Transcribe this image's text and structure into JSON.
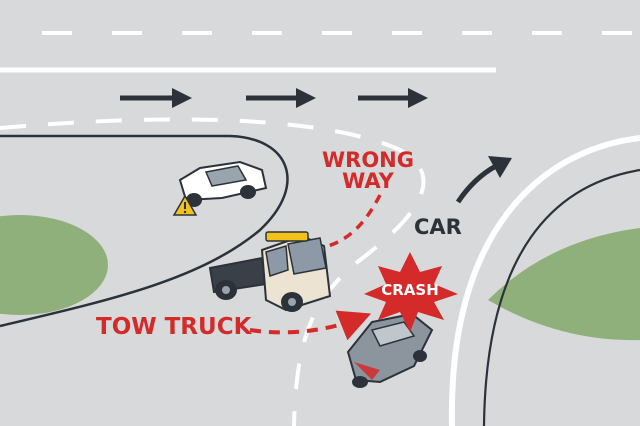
{
  "labels": {
    "wrong_way_line1": "WRONG",
    "wrong_way_line2": "WAY",
    "tow_truck": "TOW TRUCK",
    "car": "CAR",
    "crash": "CRASH"
  },
  "colors": {
    "asphalt": "#d7d9da",
    "grass": "#8fb07a",
    "lane_marking": "#ffffff",
    "arrow": "#2b323a",
    "warning_red": "#d42a2a",
    "label_dark": "#2b323a",
    "warning_yellow": "#f2c21b",
    "truck_cab": "#ece3d2",
    "truck_bed": "#3a4048",
    "car_white": "#ffffff",
    "car_gray": "#8c959e"
  },
  "icons": {
    "flow_arrows": "arrow-right-icon",
    "hazard": "warning-triangle-icon",
    "crash_burst": "explosion-burst-icon"
  }
}
